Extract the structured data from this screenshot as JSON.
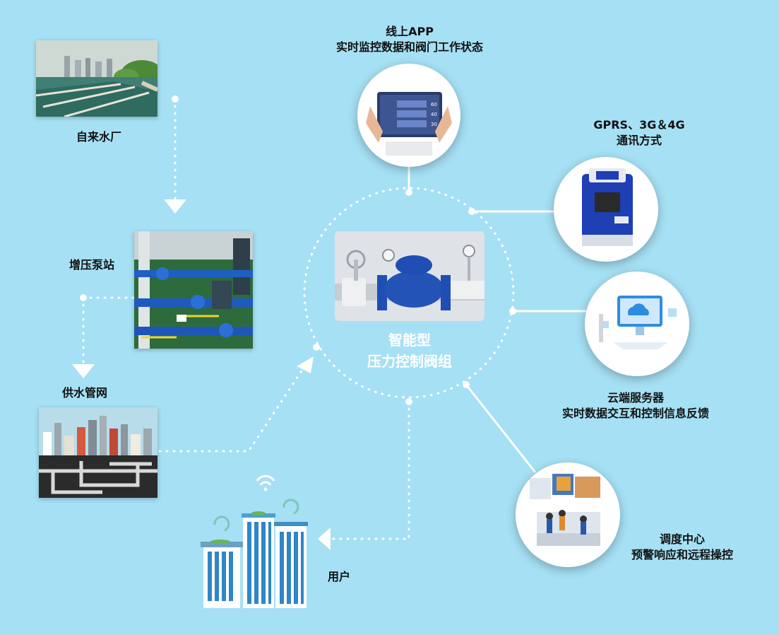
{
  "center": {
    "line1": "智能型",
    "line2": "压力控制阀组"
  },
  "nodes": {
    "water_plant": {
      "label": "自来水厂"
    },
    "pump_station": {
      "label": "增压泵站"
    },
    "supply_network": {
      "label": "供水管网"
    },
    "users": {
      "label": "用户"
    },
    "app": {
      "line1": "线上APP",
      "line2": "实时监控数据和阀门工作状态"
    },
    "comm": {
      "line1": "GPRS、3G＆4G",
      "line2": "通讯方式"
    },
    "cloud": {
      "line1": "云端服务器",
      "line2": "实时数据交互和控制信息反馈"
    },
    "dispatch": {
      "line1": "调度中心",
      "line2": "预警响应和远程操控"
    }
  },
  "app_screen": {
    "readings": [
      "60",
      "40",
      "30"
    ]
  },
  "colors": {
    "background": "#a6e0f4",
    "valve_blue": "#1f4fb4",
    "connector": "#ffffff"
  }
}
